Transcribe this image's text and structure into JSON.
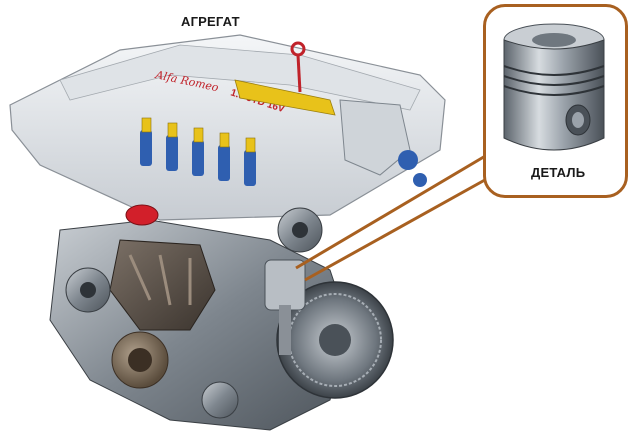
{
  "labels": {
    "aggregate": "АГРЕГАТ",
    "detail": "ДЕТАЛЬ"
  },
  "engine_cover_script": "Alfa Romeo",
  "engine_cover_text": "1.9 JTD 16V",
  "colors": {
    "callout_border": "#a86020",
    "engine_metal": "#9aa3ab",
    "cover": "#e8ebee",
    "injector_blue": "#2f5fb0",
    "fuel_line_yellow": "#e8c21a",
    "oil_cap_red": "#d21f2a"
  },
  "icons": {
    "engine": "engine-illustration",
    "piston": "piston-photo"
  }
}
